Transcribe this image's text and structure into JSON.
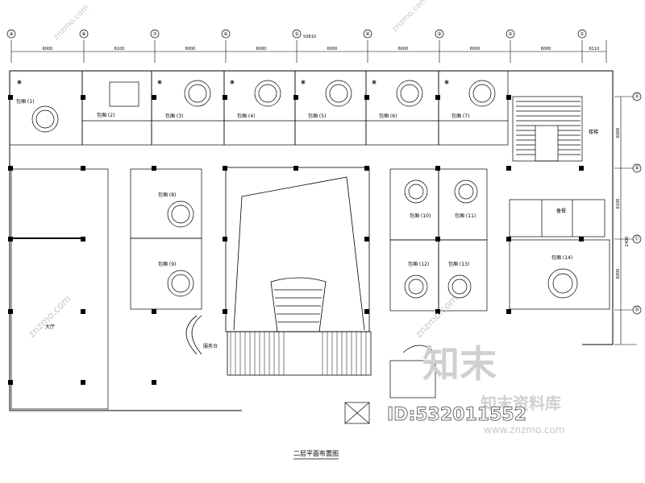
{
  "drawing": {
    "caption": "二层平面布置图",
    "top_axes": [
      "⑨",
      "⑧",
      "⑦",
      "⑥",
      "⑤",
      "④",
      "③",
      "②",
      "①"
    ],
    "right_axes": [
      "Ⓐ",
      "Ⓑ",
      "Ⓒ",
      "Ⓓ"
    ],
    "overall_dimension": "50810",
    "top_dimensions": [
      "6000",
      "6100",
      "6000",
      "6000",
      "6000",
      "6000",
      "6000",
      "6000",
      "6110"
    ],
    "right_dimensions": [
      "6000",
      "6100",
      "2400",
      "6000"
    ],
    "rooms": {
      "vip_top_left": "包厢 (1)",
      "r1": "包厢 (2)",
      "r2": "包厢 (3)",
      "r3": "包厢 (4)",
      "r4": "包厢 (5)",
      "r5": "包厢 (6)",
      "r6": "包厢 (7)",
      "mid_left_1": "包厢 (8)",
      "mid_left_2": "包厢 (9)",
      "right_1": "包厢 (10)",
      "right_2": "包厢 (11)",
      "right_3": "包厢 (12)",
      "right_4": "包厢 (13)",
      "right_far": "包厢 (14)",
      "hall": "大厅",
      "stair": "楼梯",
      "kitchen": "备餐",
      "service": "服务台"
    }
  },
  "watermark": {
    "diag": "znzmo.com",
    "brand_cn": "知末",
    "brand_full": "知末资料库",
    "id_text": "ID:532011552",
    "url": "www.znzmo.com"
  }
}
